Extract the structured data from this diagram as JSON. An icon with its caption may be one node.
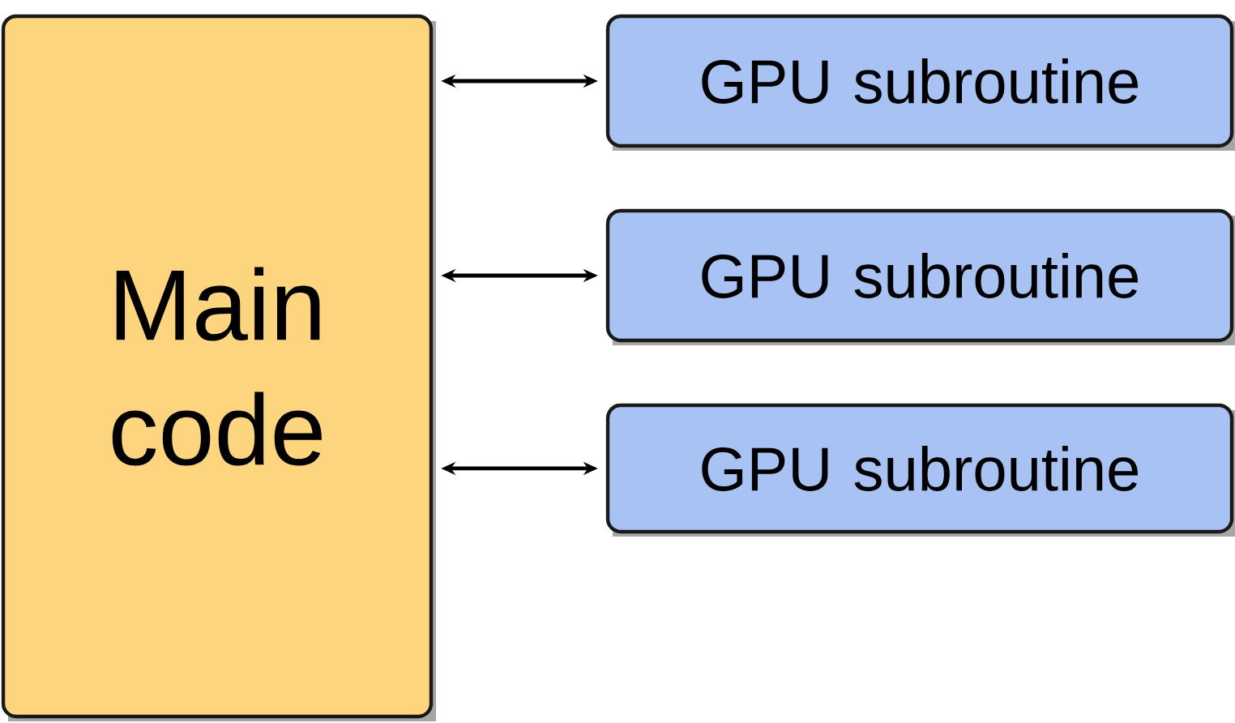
{
  "diagram": {
    "nodes": [
      {
        "text": [
          "Main code"
        ]
      },
      {
        "text": [
          "GPU subroutine"
        ]
      },
      {
        "text": [
          "GPU subroutine"
        ]
      },
      {
        "text": [
          "GPU subroutine"
        ]
      }
    ],
    "edges": [
      {
        "from": 0,
        "to": 1,
        "arrow": "both"
      },
      {
        "from": 0,
        "to": 2,
        "arrow": "both"
      },
      {
        "from": 0,
        "to": 3,
        "arrow": "both"
      }
    ]
  }
}
